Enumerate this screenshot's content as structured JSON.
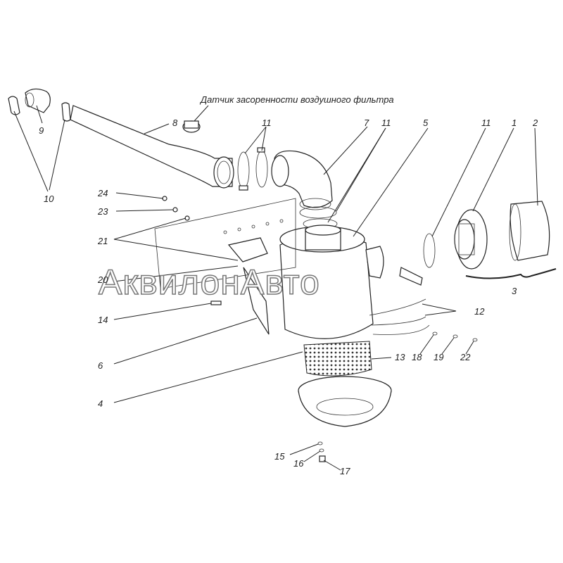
{
  "caption": "Датчик засоренности воздушного фильтра",
  "watermark": "АквилонАвто",
  "callouts": {
    "n1": "1",
    "n2": "2",
    "n3": "3",
    "n4": "4",
    "n5": "5",
    "n6": "6",
    "n7": "7",
    "n8": "8",
    "n9": "9",
    "n10": "10",
    "n11a": "11",
    "n11b": "11",
    "n11c": "11",
    "n12": "12",
    "n13": "13",
    "n14": "14",
    "n15": "15",
    "n16": "16",
    "n17": "17",
    "n18": "18",
    "n19": "19",
    "n20": "20",
    "n21": "21",
    "n22": "22",
    "n23": "23",
    "n24": "24"
  }
}
